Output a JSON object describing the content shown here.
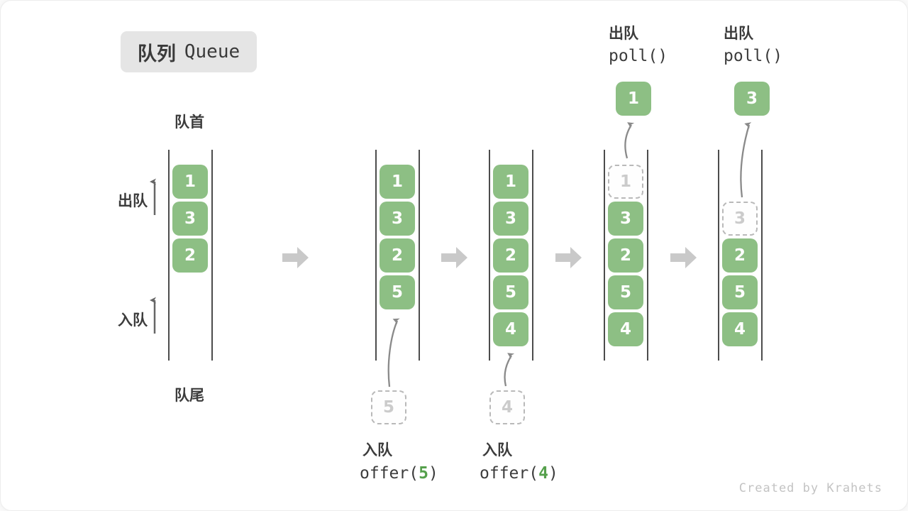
{
  "title": {
    "zh": "队列",
    "en": "Queue"
  },
  "labels": {
    "front": "队首",
    "rear": "队尾",
    "dequeue": "出队",
    "enqueue": "入队"
  },
  "states": [
    {
      "solid": [
        "1",
        "3",
        "2"
      ]
    },
    {
      "solid": [
        "1",
        "3",
        "2",
        "5"
      ]
    },
    {
      "solid": [
        "1",
        "3",
        "2",
        "5",
        "4"
      ]
    },
    {
      "ghost": "1",
      "solid": [
        "3",
        "2",
        "5",
        "4"
      ],
      "out": "1"
    },
    {
      "ghost": "3",
      "solid": [
        "2",
        "5",
        "4"
      ],
      "out": "3"
    }
  ],
  "enqueue_ops": [
    {
      "label": "入队",
      "fn": "offer(",
      "arg": "5",
      "close": ")",
      "pending": "5"
    },
    {
      "label": "入队",
      "fn": "offer(",
      "arg": "4",
      "close": ")",
      "pending": "4"
    }
  ],
  "dequeue_ops": [
    {
      "label": "出队",
      "code": "poll()"
    },
    {
      "label": "出队",
      "code": "poll()"
    }
  ],
  "watermark": "Created by Krahets",
  "colors": {
    "block": "#8dbf84",
    "arg_green": "#55a04c",
    "step_arrow": "#c9c9c9",
    "badge_bg": "#e5e5e5"
  }
}
